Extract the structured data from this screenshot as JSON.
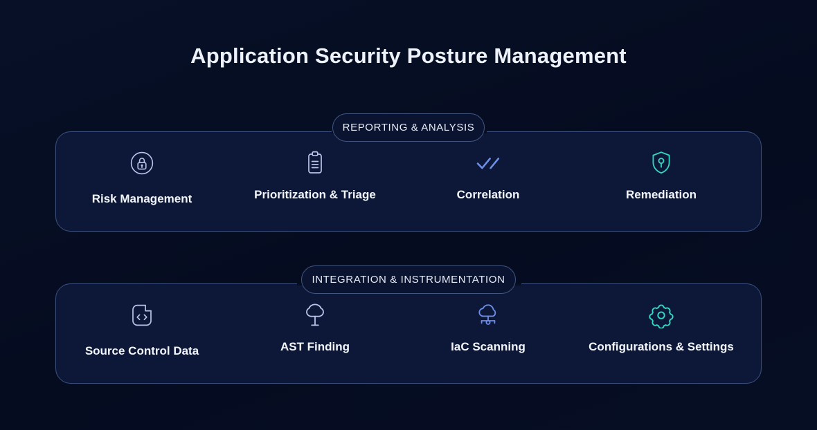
{
  "title": "Application Security Posture Management",
  "colors": {
    "background": "#060e24",
    "panel_fill": "#0d1838",
    "panel_border": "#3c5180",
    "icon_lavender": "#b9c4ea",
    "icon_blue": "#6e8fe8",
    "icon_teal": "#2fd9c5",
    "text": "#f2f5fc"
  },
  "sections": [
    {
      "pill_label": "REPORTING & ANALYSIS",
      "items": [
        {
          "label": "Risk Management",
          "icon": "lock-circle-icon",
          "icon_color": "#b9c4ea",
          "label_low": true
        },
        {
          "label": "Prioritization & Triage",
          "icon": "clipboard-icon",
          "icon_color": "#b9c4ea",
          "label_low": false
        },
        {
          "label": "Correlation",
          "icon": "double-check-icon",
          "icon_color": "#6e8fe8",
          "label_low": false
        },
        {
          "label": "Remediation",
          "icon": "shield-key-icon",
          "icon_color": "#2fd9c5",
          "label_low": false
        }
      ]
    },
    {
      "pill_label": "INTEGRATION & INSTRUMENTATION",
      "items": [
        {
          "label": "Source Control Data",
          "icon": "code-file-icon",
          "icon_color": "#b9c4ea",
          "label_low": true
        },
        {
          "label": "AST Finding",
          "icon": "tree-icon",
          "icon_color": "#b9c4ea",
          "label_low": false
        },
        {
          "label": "IaC Scanning",
          "icon": "cloud-network-icon",
          "icon_color": "#6e8fe8",
          "label_low": false
        },
        {
          "label": "Configurations & Settings",
          "icon": "gear-icon",
          "icon_color": "#2fd9c5",
          "label_low": false
        }
      ]
    }
  ]
}
